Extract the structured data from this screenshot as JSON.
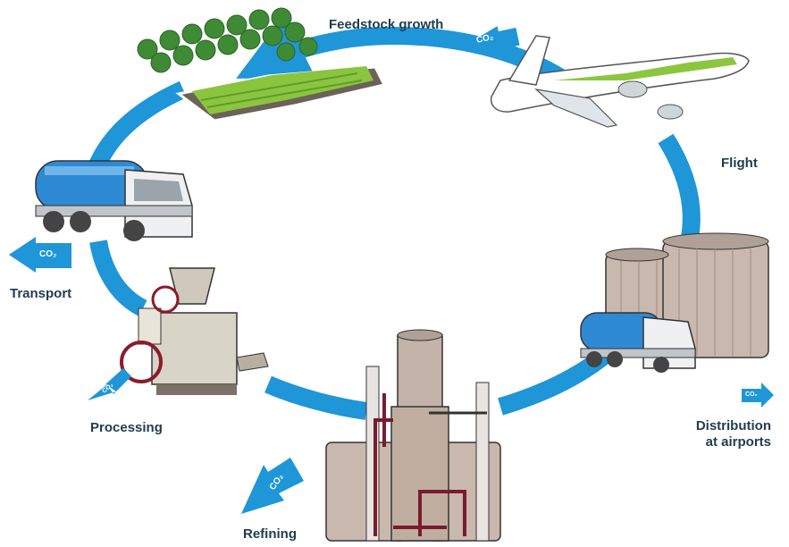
{
  "stages": {
    "feedstock": "Feedstock growth",
    "flight": "Flight",
    "transport": "Transport",
    "processing": "Processing",
    "refining": "Refining",
    "distribution_line1": "Distribution",
    "distribution_line2": "at airports"
  },
  "emission_label": "CO₂",
  "colors": {
    "cycle_arrow": "#1e96d8",
    "label_text": "#1f3d4d",
    "tank": "#c9b8ad",
    "truck_tank": "#2e8ad4",
    "pipes": "#7a1a2e",
    "field": "#8bc53f",
    "foliage": "#3f8a35",
    "aircraft_accent": "#8cc63f"
  },
  "icons": [
    "tree-plantation-icon",
    "airplane-icon",
    "fuel-truck-icon",
    "oil-press-icon",
    "refinery-icon",
    "storage-tanks-icon",
    "co2-arrow-icon"
  ]
}
